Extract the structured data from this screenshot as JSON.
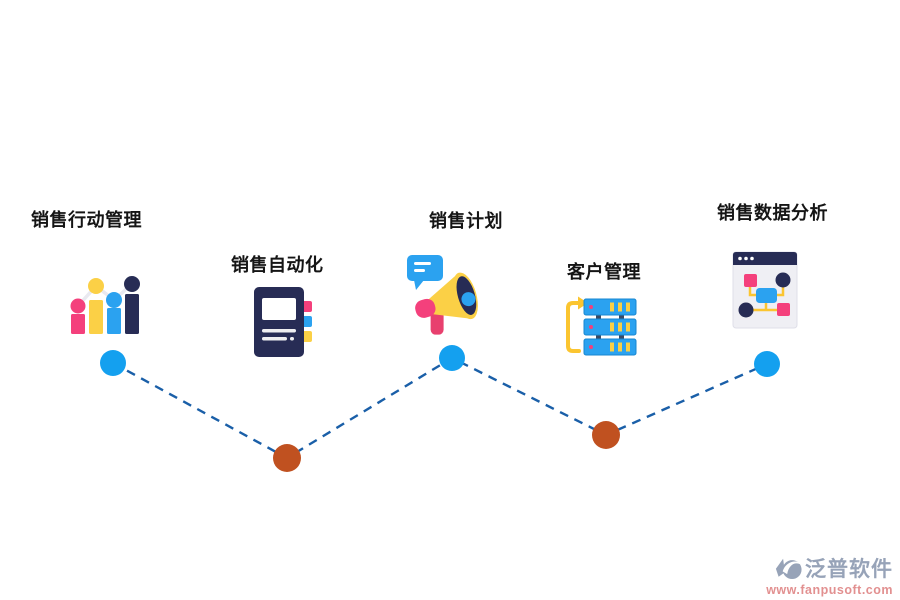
{
  "page": {
    "background": "#ffffff"
  },
  "diagram": {
    "steps": [
      {
        "label": "销售行动管理",
        "icon": "bar-chart-icon",
        "node_color": "#14A0EF"
      },
      {
        "label": "销售自动化",
        "icon": "notebook-icon",
        "node_color": "#C05120"
      },
      {
        "label": "销售计划",
        "icon": "megaphone-icon",
        "node_color": "#14A0EF"
      },
      {
        "label": "客户管理",
        "icon": "server-stack-icon",
        "node_color": "#C05120"
      },
      {
        "label": "销售数据分析",
        "icon": "analytics-window-icon",
        "node_color": "#14A0EF"
      }
    ],
    "connector": {
      "color": "#1A5FA8",
      "style": "dashed"
    },
    "palette": {
      "pink": "#F4407C",
      "yellow": "#FBD046",
      "blue": "#2BA2F0",
      "navy": "#272C55",
      "line_gray": "#E9E9F0",
      "arrow_yellow": "#FBC530"
    }
  },
  "watermark": {
    "brand": "泛普软件",
    "url": "www.fanpusoft.com",
    "brand_color": "#97A3B8",
    "url_color": "#E29090"
  }
}
